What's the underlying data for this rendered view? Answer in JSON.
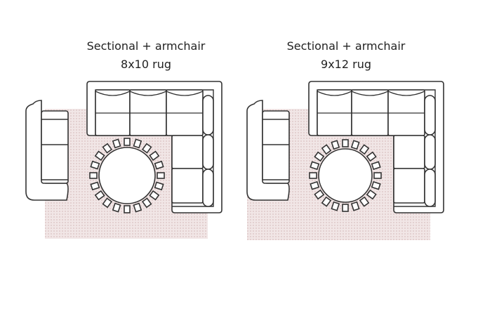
{
  "panels": [
    {
      "title": "Sectional + armchair",
      "rug_size": "8x10 rug"
    },
    {
      "title": "Sectional + armchair",
      "rug_size": "9x12 rug"
    }
  ],
  "colors": {
    "rug": "#efe3e3",
    "rug_texture": "#e2cfcf",
    "line": "#333333",
    "text": "#222222"
  }
}
